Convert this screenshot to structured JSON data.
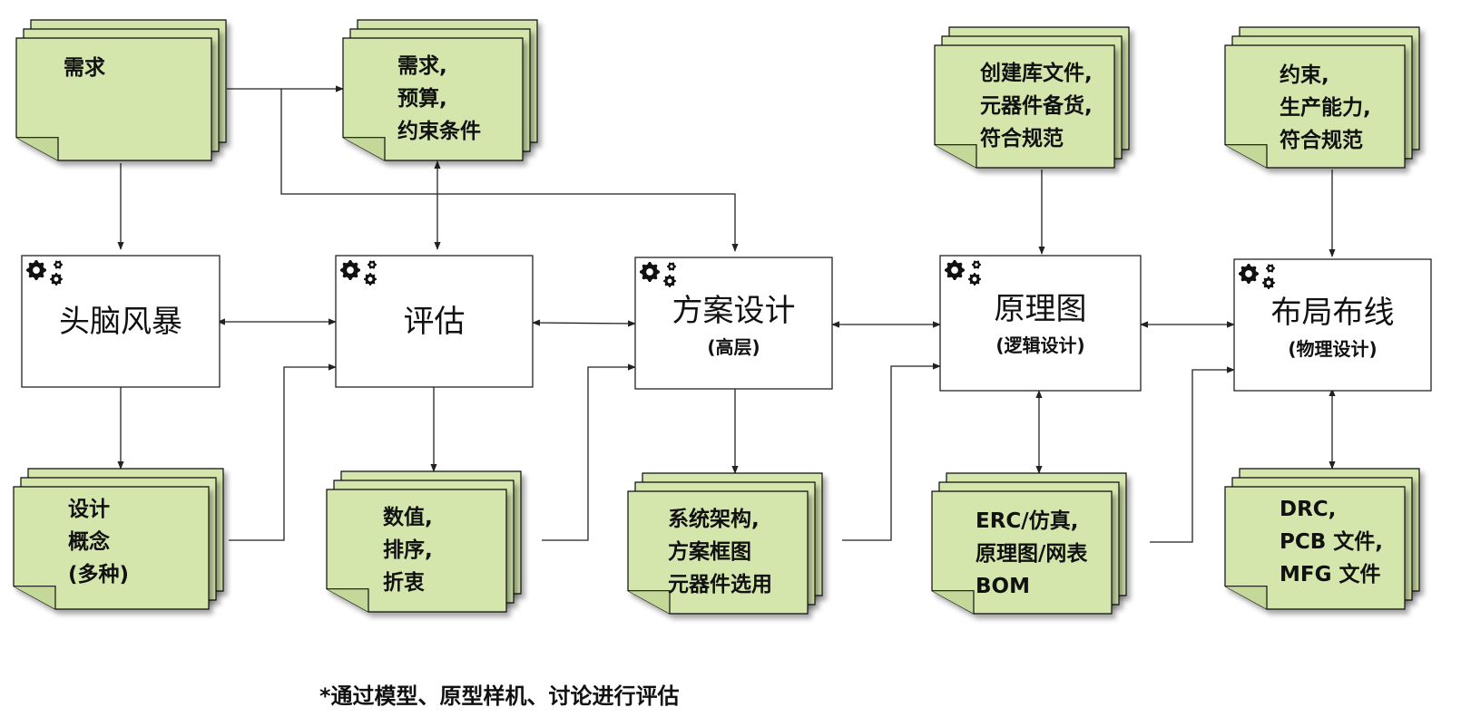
{
  "colors": {
    "doc_fill": "#d5e6ad",
    "doc_stroke": "#111111",
    "box_fill": "#ffffff",
    "line": "#222222"
  },
  "processes": [
    {
      "id": "brainstorm",
      "title": "头脑风暴",
      "subtitle": "",
      "icon": "gears-icon"
    },
    {
      "id": "evaluate",
      "title": "评估",
      "subtitle": "",
      "icon": "gears-icon"
    },
    {
      "id": "scheme",
      "title": "方案设计",
      "subtitle": "(高层)",
      "icon": "gears-icon"
    },
    {
      "id": "schematic",
      "title": "原理图",
      "subtitle": "(逻辑设计)",
      "icon": "gears-icon"
    },
    {
      "id": "layout",
      "title": "布局布线",
      "subtitle": "(物理设计)",
      "icon": "gears-icon"
    }
  ],
  "documents": [
    {
      "id": "doc-requirements",
      "lines": [
        "需求"
      ]
    },
    {
      "id": "doc-constraints",
      "lines": [
        "需求,",
        "预算,",
        "约束条件"
      ]
    },
    {
      "id": "doc-library",
      "lines": [
        "创建库文件,",
        "元器件备货,",
        "符合规范"
      ]
    },
    {
      "id": "doc-production",
      "lines": [
        "约束,",
        "生产能力,",
        "符合规范"
      ]
    },
    {
      "id": "doc-concepts",
      "lines": [
        "设计",
        "概念",
        "(多种)"
      ]
    },
    {
      "id": "doc-ranking",
      "lines": [
        "数值,",
        "排序,",
        "折衷"
      ]
    },
    {
      "id": "doc-architecture",
      "lines": [
        "系统架构,",
        "方案框图",
        "元器件选用"
      ]
    },
    {
      "id": "doc-erc",
      "lines": [
        "ERC/仿真,",
        "原理图/网表",
        "BOM"
      ]
    },
    {
      "id": "doc-drc",
      "lines": [
        "DRC,",
        "PCB 文件,",
        "MFG 文件"
      ]
    }
  ],
  "footnote": "*通过模型、原型样机、讨论进行评估"
}
